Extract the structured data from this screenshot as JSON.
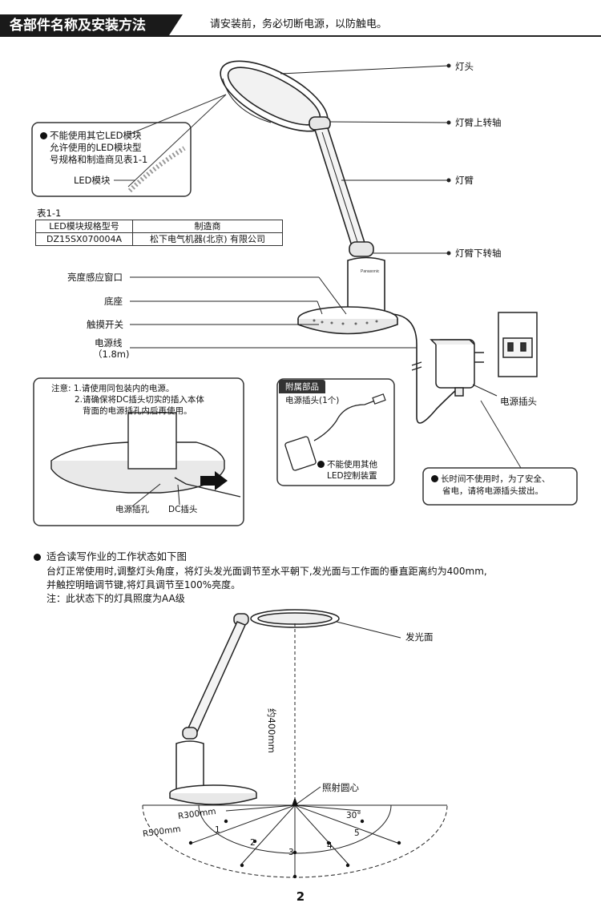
{
  "header": {
    "title": "各部件名称及安装方法",
    "note": "请安装前，务必切断电源，以防触电。"
  },
  "parts": {
    "lamp_head": "灯头",
    "arm_upper_joint": "灯臂上转轴",
    "arm": "灯臂",
    "arm_lower_joint": "灯臂下转轴",
    "sensor_window": "亮度感应窗口",
    "base": "底座",
    "touch_switch": "触摸开关",
    "cord": "电源线",
    "cord_length": "（1.8m)",
    "power_plug": "电源插头",
    "brand_mark": "Panasonic"
  },
  "led_note": {
    "lines": [
      "不能使用其它LED模块",
      "允许使用的LED模块型",
      "号规格和制造商见表1-1"
    ],
    "module_label": "LED模块"
  },
  "table": {
    "caption": "表1-1",
    "headers": [
      "LED模块规格型号",
      "制造商"
    ],
    "rows": [
      [
        "DZ15SX070004A",
        "松下电气机器(北京) 有限公司"
      ]
    ]
  },
  "install_note": {
    "lines": [
      "注意: 1.请使用同包装内的电源。",
      "2.请确保将DC插头切实的插入本体",
      "背面的电源插孔内后再使用。"
    ],
    "socket_label": "电源插孔",
    "dc_label": "DC插头"
  },
  "accessory": {
    "tag": "附属部品",
    "item": "电源插头(1个)",
    "warning_lines": [
      "不能使用其他",
      "LED控制装置"
    ]
  },
  "unplug_note": {
    "lines": [
      "长时间不使用时，为了安全、",
      "省电，请将电源插头拔出。"
    ]
  },
  "reading": {
    "heading": "适合读写作业的工作状态如下图",
    "body_lines": [
      "台灯正常使用时,调整灯头角度，将灯头发光面调节至水平朝下,发光面与工作面的垂直距离约为400mm,",
      "并触控明暗调节键,将灯具调节至100%亮度。",
      "注：此状态下的灯具照度为AA级"
    ],
    "emitting_surface": "发光面",
    "distance": "约400mm",
    "center": "照射圆心",
    "r300": "R300mm",
    "r500": "R500mm",
    "angle": "30°",
    "points": [
      "1",
      "2",
      "3",
      "4",
      "5"
    ]
  },
  "page_number": "2"
}
